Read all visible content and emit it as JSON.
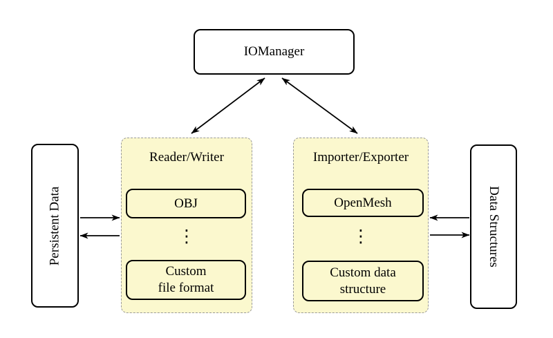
{
  "diagram": {
    "colors": {
      "background": "#ffffff",
      "group_fill": "#fbf8ce",
      "group_border": "#999999",
      "node_fill": "#ffffff",
      "node_border": "#000000",
      "arrow": "#000000",
      "text": "#000000"
    },
    "nodes": {
      "iomanager": {
        "label": "IOManager"
      },
      "persistent_data": {
        "label": "Persistent Data"
      },
      "data_structures": {
        "label": "Data Structures"
      }
    },
    "groups": {
      "reader_writer": {
        "title": "Reader/Writer",
        "item1": "OBJ",
        "dots": "⋮",
        "item2_line1": "Custom",
        "item2_line2": "file format"
      },
      "importer_exporter": {
        "title": "Importer/Exporter",
        "item1": "OpenMesh",
        "dots": "⋮",
        "item2_line1": "Custom data",
        "item2_line2": "structure"
      }
    },
    "edges": [
      {
        "from": "IOManager",
        "to": "Reader/Writer",
        "style": "double-arrow"
      },
      {
        "from": "IOManager",
        "to": "Importer/Exporter",
        "style": "double-arrow"
      },
      {
        "from": "Persistent Data",
        "to": "Reader/Writer",
        "style": "arrow"
      },
      {
        "from": "Reader/Writer",
        "to": "Persistent Data",
        "style": "arrow"
      },
      {
        "from": "Data Structures",
        "to": "Importer/Exporter",
        "style": "arrow"
      },
      {
        "from": "Importer/Exporter",
        "to": "Data Structures",
        "style": "arrow"
      }
    ]
  }
}
